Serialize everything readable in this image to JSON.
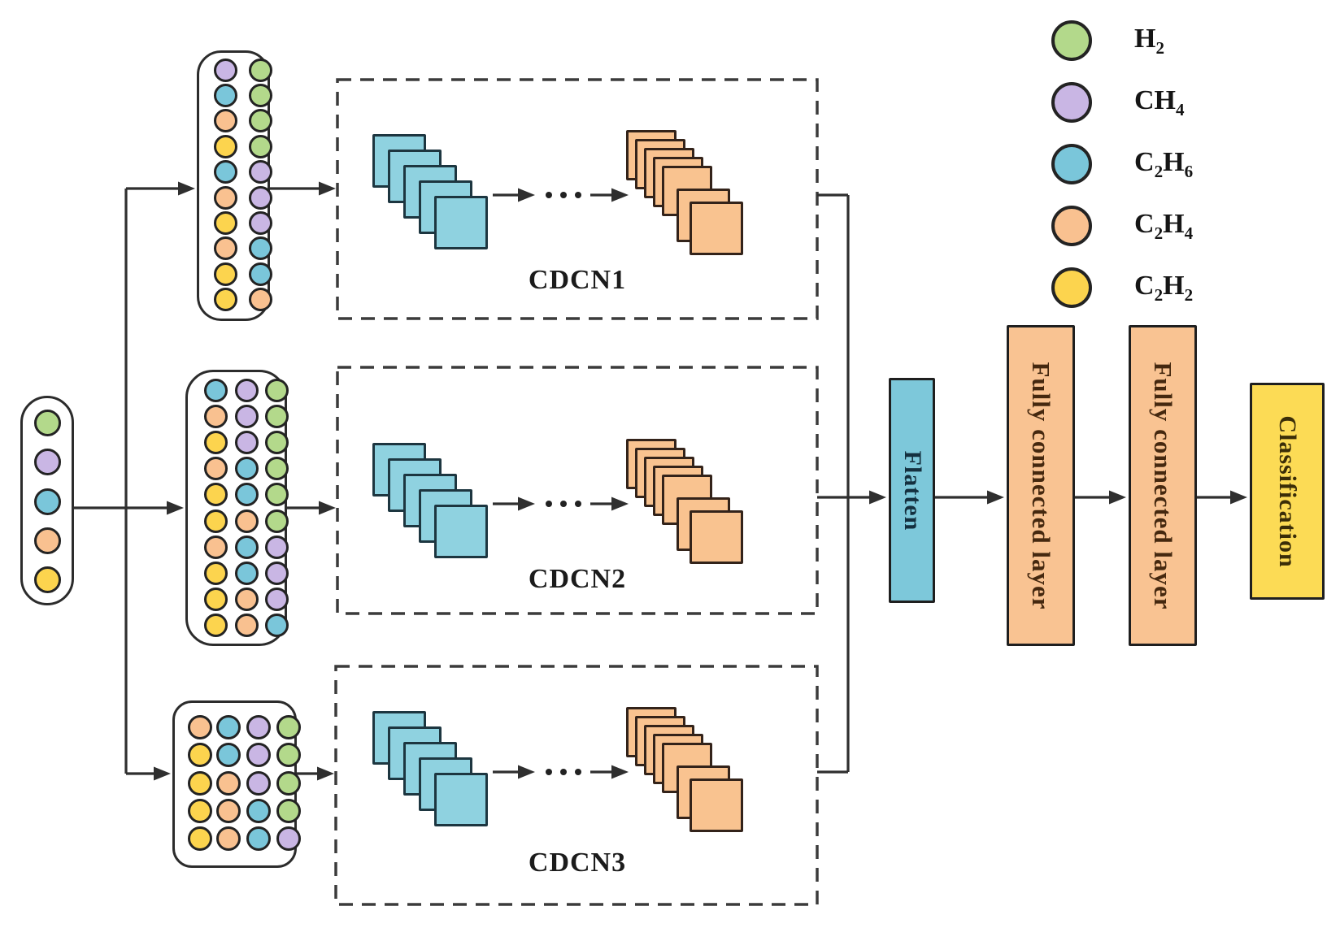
{
  "palette": {
    "green": "#b3d98b",
    "purple": "#c9b6e4",
    "blue": "#7ac6da",
    "orange": "#f9c190",
    "yellow": "#fcd44e",
    "square_blue": "#8fd2e0",
    "square_orange": "#f9c390",
    "flatten_fill": "#7dc8da",
    "fc_fill": "#f9c392",
    "classification_fill": "#fcdb55",
    "line": "#2f2f2f",
    "dashed_box": "#3b3b3b",
    "flatten_text": "#14303f",
    "fc_text": "#45280f",
    "classification_text": "#3a2d08"
  },
  "legend": {
    "items": [
      {
        "gas": "H2",
        "color": "green",
        "formula": [
          {
            "t": "H"
          },
          {
            "t": "2",
            "sub": true
          }
        ]
      },
      {
        "gas": "CH4",
        "color": "purple",
        "formula": [
          {
            "t": "CH"
          },
          {
            "t": "4",
            "sub": true
          }
        ]
      },
      {
        "gas": "C2H6",
        "color": "blue",
        "formula": [
          {
            "t": "C"
          },
          {
            "t": "2",
            "sub": true
          },
          {
            "t": "H"
          },
          {
            "t": "6",
            "sub": true
          }
        ]
      },
      {
        "gas": "C2H4",
        "color": "orange",
        "formula": [
          {
            "t": "C"
          },
          {
            "t": "2",
            "sub": true
          },
          {
            "t": "H"
          },
          {
            "t": "4",
            "sub": true
          }
        ]
      },
      {
        "gas": "C2H2",
        "color": "yellow",
        "formula": [
          {
            "t": "C"
          },
          {
            "t": "2",
            "sub": true
          },
          {
            "t": "H"
          },
          {
            "t": "2",
            "sub": true
          }
        ]
      }
    ]
  },
  "input_vector": {
    "gases": [
      "green",
      "purple",
      "blue",
      "orange",
      "yellow"
    ]
  },
  "combination_matrices": [
    {
      "name": "pair-combinations",
      "columns": 2,
      "rows": [
        [
          "purple",
          "green"
        ],
        [
          "blue",
          "green"
        ],
        [
          "orange",
          "green"
        ],
        [
          "yellow",
          "green"
        ],
        [
          "blue",
          "purple"
        ],
        [
          "orange",
          "purple"
        ],
        [
          "yellow",
          "purple"
        ],
        [
          "orange",
          "blue"
        ],
        [
          "yellow",
          "blue"
        ],
        [
          "yellow",
          "orange"
        ]
      ]
    },
    {
      "name": "triple-combinations",
      "columns": 3,
      "rows": [
        [
          "blue",
          "purple",
          "green"
        ],
        [
          "orange",
          "purple",
          "green"
        ],
        [
          "yellow",
          "purple",
          "green"
        ],
        [
          "orange",
          "blue",
          "green"
        ],
        [
          "yellow",
          "blue",
          "green"
        ],
        [
          "yellow",
          "orange",
          "green"
        ],
        [
          "orange",
          "blue",
          "purple"
        ],
        [
          "yellow",
          "blue",
          "purple"
        ],
        [
          "yellow",
          "orange",
          "purple"
        ],
        [
          "yellow",
          "orange",
          "blue"
        ]
      ]
    },
    {
      "name": "quadruple-combinations",
      "columns": 4,
      "rows": [
        [
          "orange",
          "blue",
          "purple",
          "green"
        ],
        [
          "yellow",
          "blue",
          "purple",
          "green"
        ],
        [
          "yellow",
          "orange",
          "purple",
          "green"
        ],
        [
          "yellow",
          "orange",
          "blue",
          "green"
        ],
        [
          "yellow",
          "orange",
          "blue",
          "purple"
        ]
      ]
    }
  ],
  "cdcn_branches": [
    {
      "label": "CDCN1",
      "input_feature_maps": 5,
      "output_feature_maps": 7
    },
    {
      "label": "CDCN2",
      "input_feature_maps": 5,
      "output_feature_maps": 7
    },
    {
      "label": "CDCN3",
      "input_feature_maps": 5,
      "output_feature_maps": 7
    }
  ],
  "ellipsis": "· · ·",
  "pipeline": {
    "flatten": {
      "label": "Flatten"
    },
    "fc1": {
      "label": "Fully connected layer"
    },
    "fc2": {
      "label": "Fully connected layer"
    },
    "classification": {
      "label": "Classification"
    }
  }
}
